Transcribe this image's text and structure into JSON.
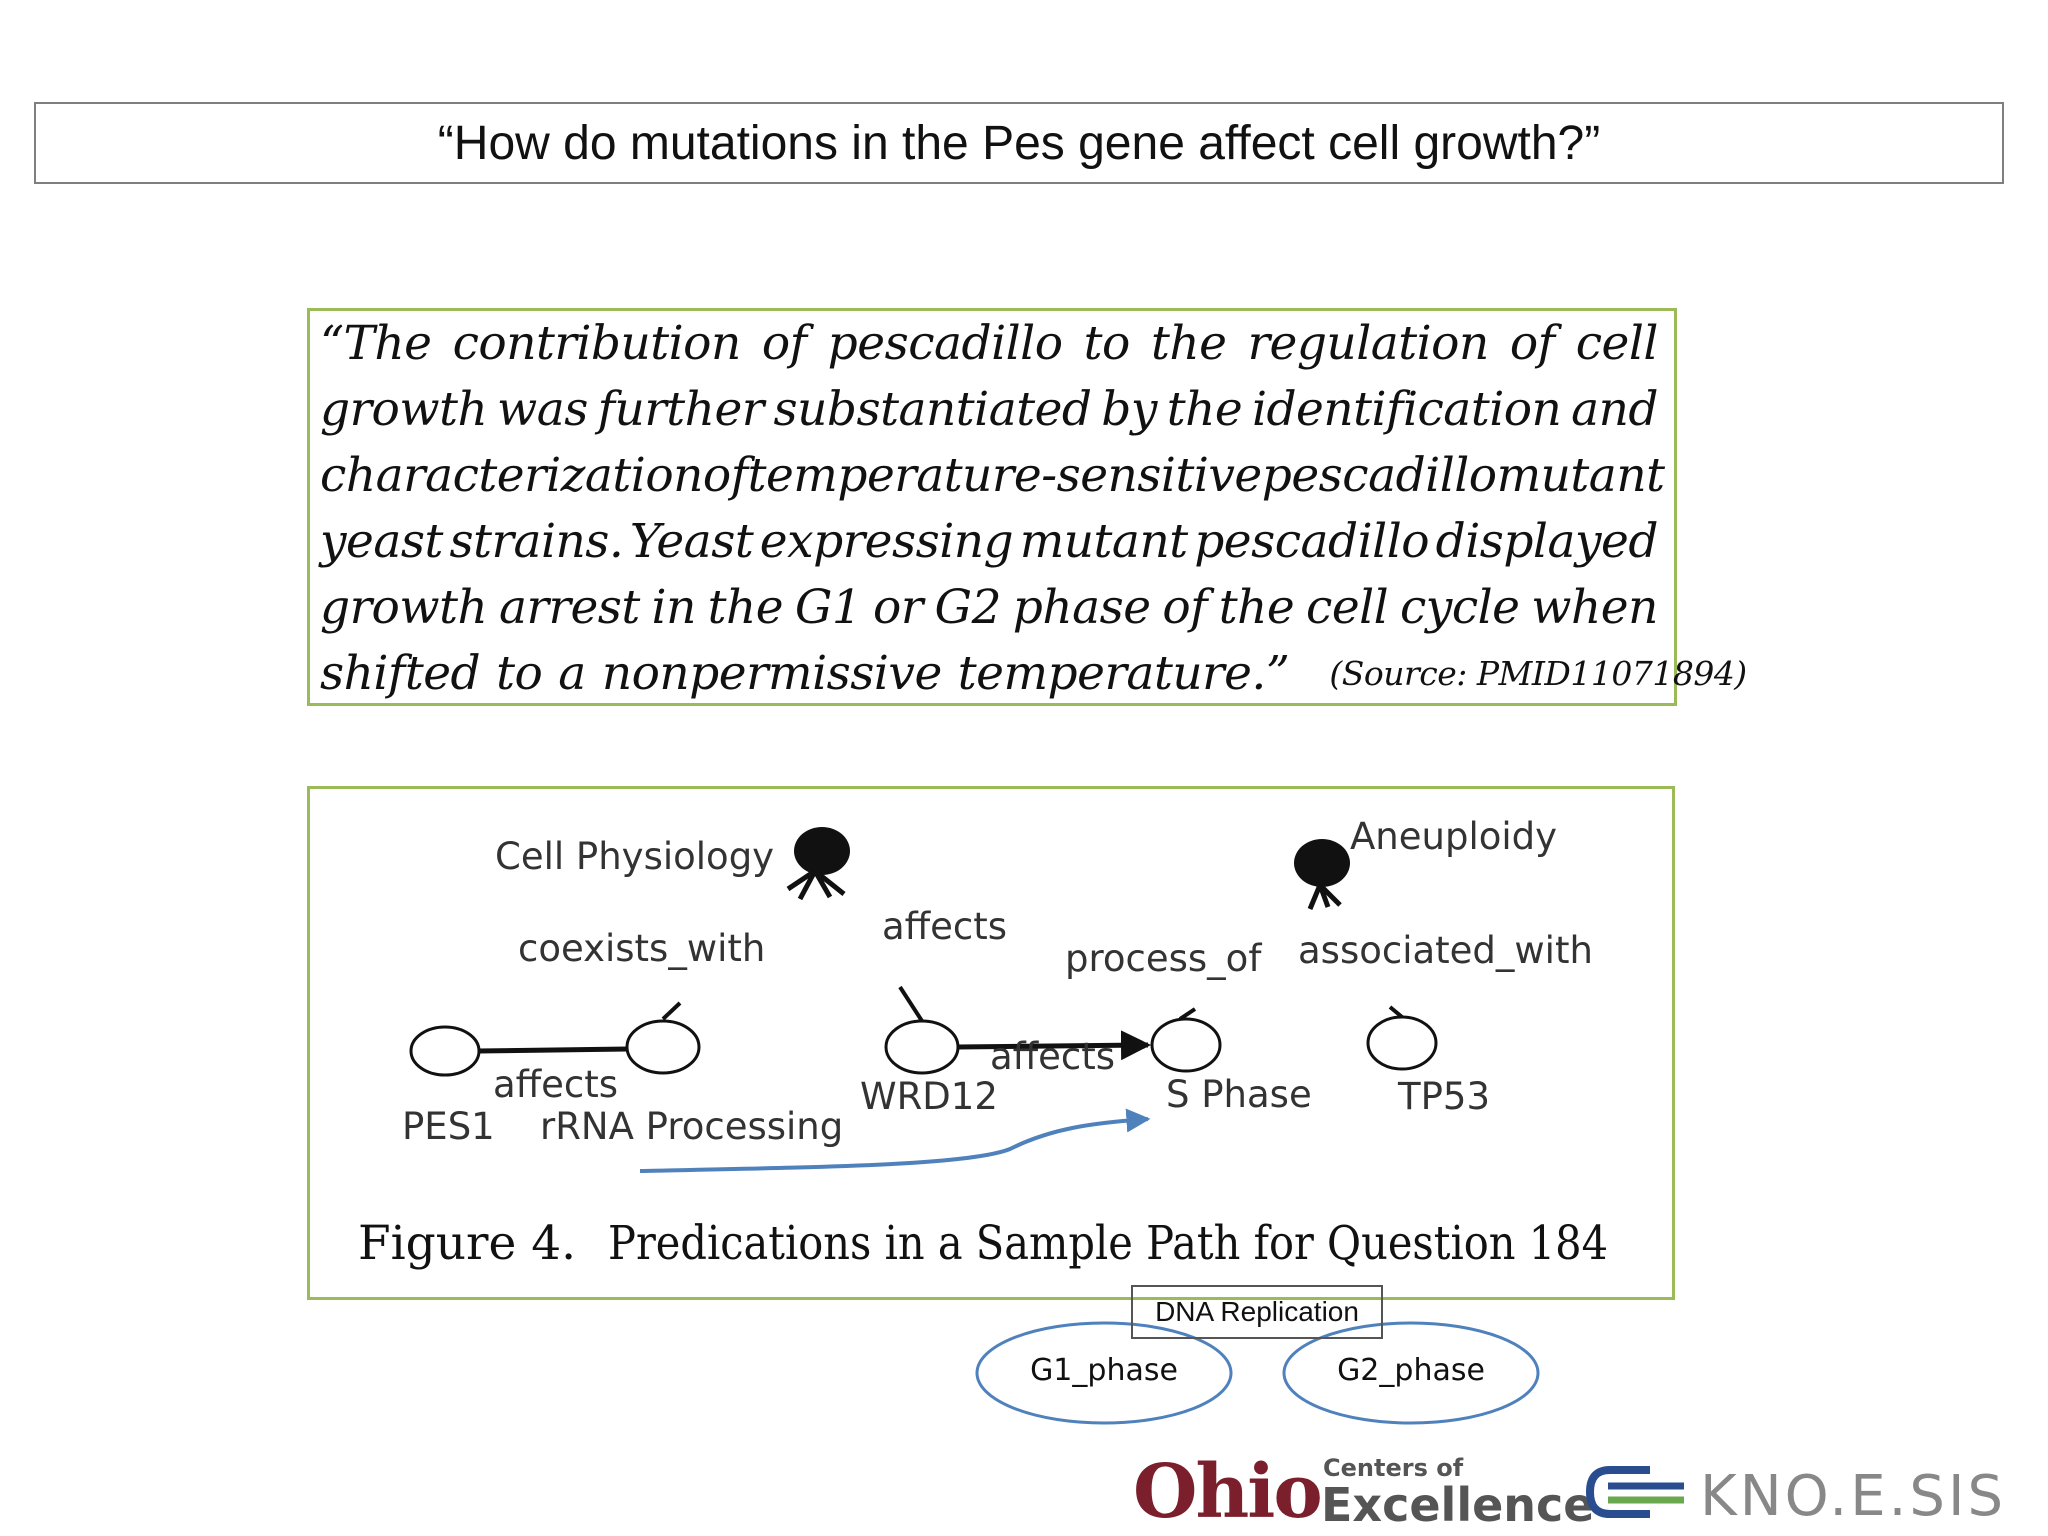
{
  "question": "“How do mutations in the Pes gene affect cell growth?”",
  "quote": {
    "lines": [
      [
        "“The",
        "contribution",
        "of",
        "pescadillo",
        "to",
        "the",
        "regulation",
        "of",
        "cell"
      ],
      [
        "growth",
        "was",
        "further",
        "substantiated",
        "by",
        "the",
        "identification",
        "and"
      ],
      [
        "characterization",
        "of",
        "temperature-sensitive",
        "pescadillo",
        "mutant"
      ],
      [
        "yeast",
        "strains.",
        "Yeast",
        "expressing",
        "mutant",
        "pescadillo",
        "displayed"
      ],
      [
        "growth",
        "arrest",
        "in",
        "the",
        "G1",
        "or",
        "G2",
        "phase",
        "of",
        "the",
        "cell",
        "cycle",
        "when"
      ],
      [
        "shifted",
        "to",
        "a",
        "nonpermissive",
        "temperature.”"
      ]
    ],
    "source": "(Source: PMID11071894)"
  },
  "figure": {
    "nodes": {
      "pes1": "PES1",
      "rrna": "rRNA Processing",
      "wrd12": "WRD12",
      "s_phase": "S Phase",
      "tp53": "TP53",
      "cell_physiology": "Cell Physiology",
      "aneuploidy": "Aneuploidy"
    },
    "edges": {
      "affects_1": "affects",
      "affects_2": "affects",
      "affects_3": "affects",
      "coexists_with": "coexists_with",
      "process_of": "process_of",
      "associated_with": "associated_with"
    },
    "caption_num": "Figure 4.",
    "caption_text": "Predications in a Sample Path for Question 184"
  },
  "overlay": {
    "dna_replication": "DNA Replication",
    "g1_phase": "G1_phase",
    "g2_phase": "G2_phase"
  },
  "logos": {
    "ohio_big": "Ohio",
    "ohio_small_1": "Centers of",
    "ohio_small_2": "Excellence",
    "knoesis": "KNO.E.SIS"
  },
  "colors": {
    "quote_border": "#9bbb59",
    "arrow_blue": "#4f81bd",
    "ohio_red": "#7a1f2b",
    "knoesis_blue": "#2a4d8f",
    "knoesis_green": "#6aa84f"
  }
}
